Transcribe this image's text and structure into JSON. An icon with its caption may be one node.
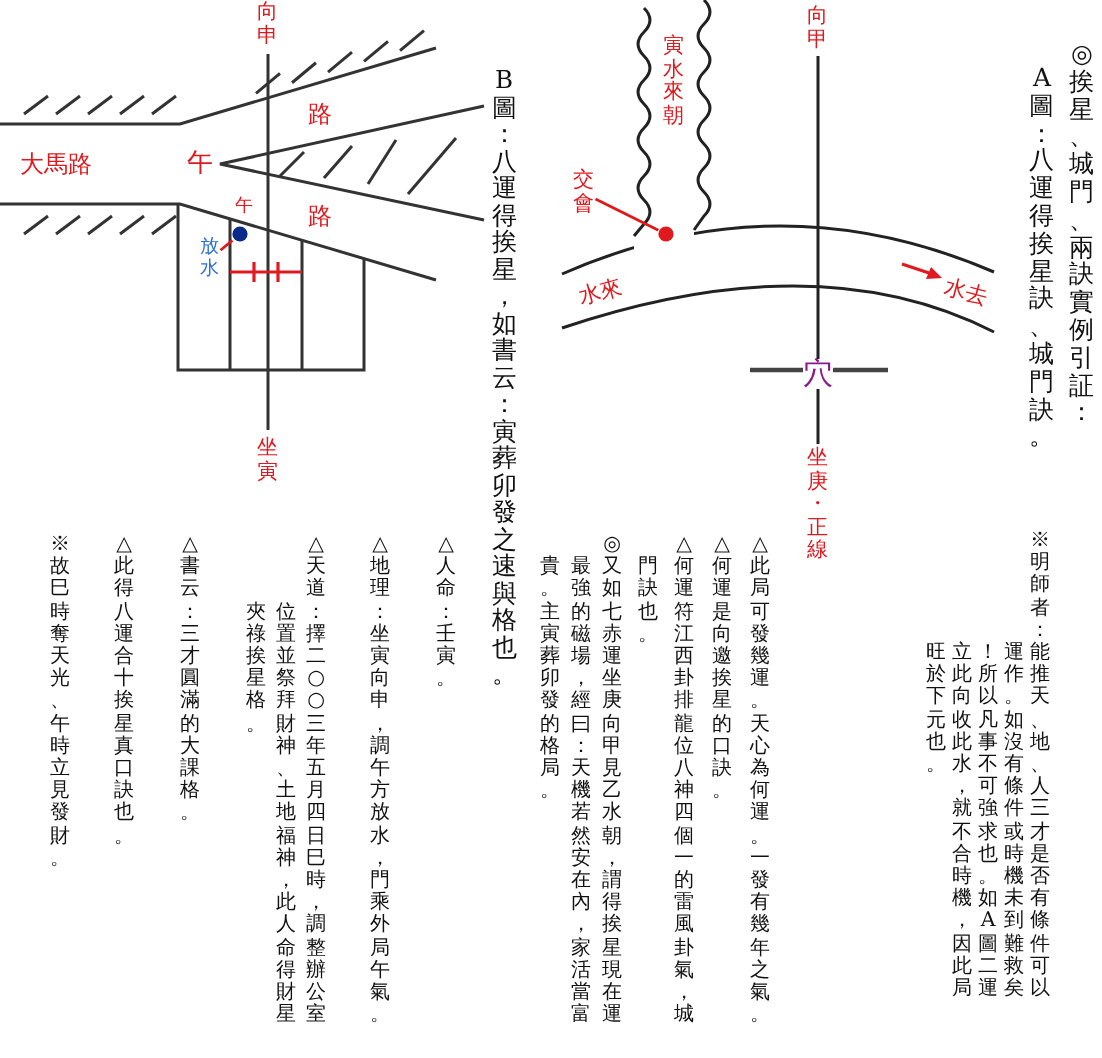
{
  "diagram": {
    "title": "◎挨星、城門、兩訣實例引証：",
    "nodes": [
      {
        "text": [
          "交會"
        ]
      },
      {
        "text": [],
        "shape": "circle"
      },
      {
        "text": [
          "放水"
        ]
      },
      {
        "text": [],
        "shape": "circle"
      }
    ],
    "edges": [
      {
        "from": 0,
        "to": 3,
        "arrow": "none"
      },
      {
        "from": 2,
        "to": 1,
        "arrow": "none"
      }
    ],
    "labels": [
      "A圖：八運得挨星訣、城門訣。",
      "向甲",
      "寅水來朝",
      "水來",
      "水去",
      "穴",
      "坐庚・正線",
      "B圖：八運得挨星，如書云：寅葬卯發之速與格也。",
      "向申",
      "路",
      "大馬路",
      "午",
      "路",
      "午",
      "坐寅",
      "※明師者：能推天、地、人三才是否有條件可以運作。如沒有條件或時機未到難救矣！所以凡事不可強求也。如A圖二運立此向收此水，就不合時機，因此局旺於下元也。",
      "△此局可發幾運。天心為何運。一發有幾年之氣。",
      "△何運是向邀挨星的口訣。",
      "△何運符江西卦排龍位八神四個一的雷風卦氣，城門訣也。",
      "◎又如七赤運坐庚向甲見乙水朝，謂得挨星現在運最強的磁場，經曰：天機若然安在內，家活當富貴。主寅葬卯發的格局。",
      "△人命：壬寅。",
      "△地理：坐寅向申，調午方放水，門乘外局午氣。",
      "△天道：擇二○○三年五月四日巳時，調整辦公室位置並祭拜財神、土地福神，此人命得財星夾祿挨星格。",
      "△書云：三才圓滿的大課格。",
      "△此得八運合十挨星真口訣也。",
      "※故巳時奪天光、午時立見發財。"
    ]
  }
}
